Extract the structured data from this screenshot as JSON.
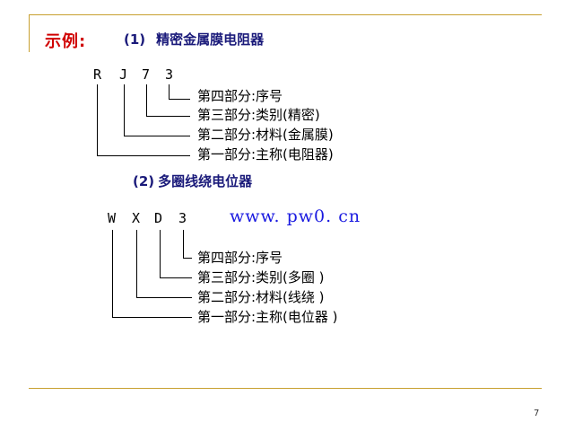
{
  "slide": {
    "example_label": "示例:",
    "section1": {
      "number": "(1)",
      "title": "精密金属膜电阻器"
    },
    "section2": {
      "number": "(2)",
      "title": "多圈线绕电位器"
    },
    "code1": [
      "R",
      "J",
      "7",
      "3"
    ],
    "code2": [
      "W",
      "X",
      "D",
      "3"
    ],
    "labels1": [
      "第四部分:序号",
      "第三部分:类别(精密)",
      "第二部分:材料(金属膜)",
      "第一部分:主称(电阻器)"
    ],
    "labels2": [
      "第四部分:序号",
      "第三部分:类别(多圈 )",
      "第二部分:材料(线绕 )",
      "第一部分:主称(电位器 )"
    ],
    "watermark": "www. pw0. cn",
    "page_number": "7"
  }
}
